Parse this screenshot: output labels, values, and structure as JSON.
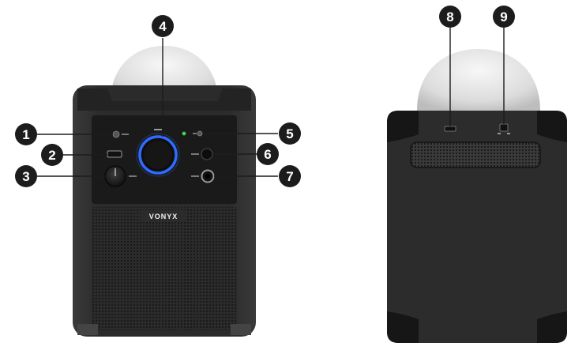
{
  "front": {
    "brand": "VONYX"
  },
  "callouts": {
    "c1": "1",
    "c2": "2",
    "c3": "3",
    "c4": "4",
    "c5": "5",
    "c6": "6",
    "c7": "7",
    "c8": "8",
    "c9": "9"
  },
  "colors": {
    "callout_fill": "#1c1c1c",
    "speaker_body": "#2a2a2a",
    "ring_glow": "#2f6bff",
    "dome": "#e6e6e6",
    "led_green": "#3fd25a"
  }
}
